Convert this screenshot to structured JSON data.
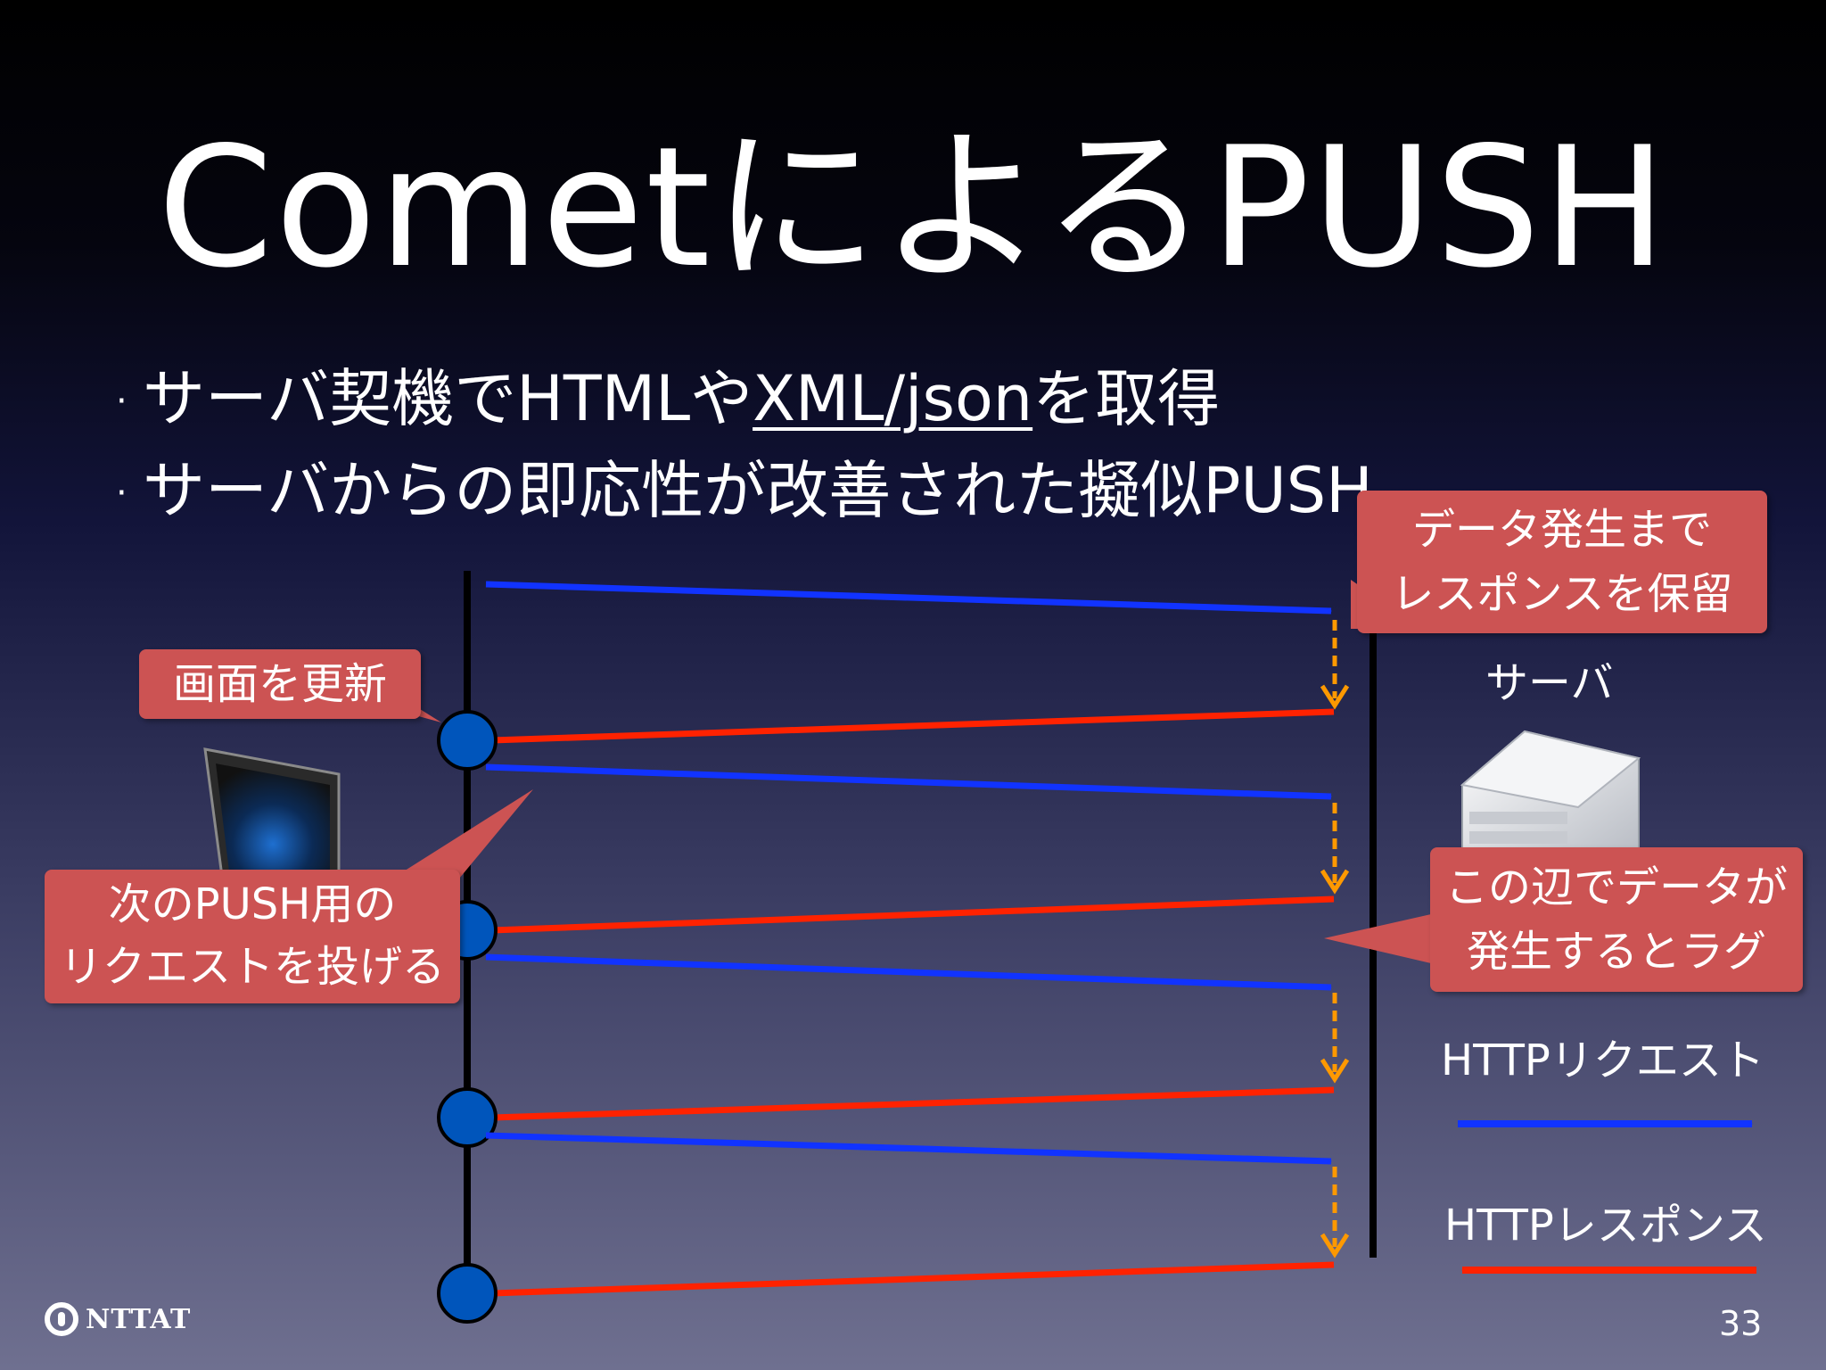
{
  "slide": {
    "title": "CometによるPUSH",
    "bullets": [
      {
        "parts": [
          {
            "text": "サーバ契機でHTMLや",
            "underline": false
          },
          {
            "text": "XML/json",
            "underline": true
          },
          {
            "text": "を取得",
            "underline": false
          }
        ]
      },
      {
        "parts": [
          {
            "text": "サーバからの即応性が改善された擬似PUSH",
            "underline": false
          }
        ]
      }
    ],
    "page_number": "33",
    "logo_text": "NTTAT"
  },
  "diagram": {
    "callouts": {
      "server_hold": [
        "データ発生まで",
        "レスポンスを保留"
      ],
      "update_screen": [
        "画面を更新"
      ],
      "next_push": [
        "次のPUSH用の",
        "リクエストを投げる"
      ],
      "lag": [
        "この辺でデータが",
        "発生するとラグ"
      ]
    },
    "server_label": "サーバ",
    "legend": {
      "request": "HTTPリクエスト",
      "response": "HTTPレスポンス"
    },
    "colors": {
      "request": "#1133ff",
      "response": "#ff2200",
      "wait": "#ff9900",
      "callout": "#cc5353",
      "node": "#0055bb"
    },
    "icons": [
      "laptop-icon",
      "server-icon"
    ],
    "exchanges": 4
  }
}
